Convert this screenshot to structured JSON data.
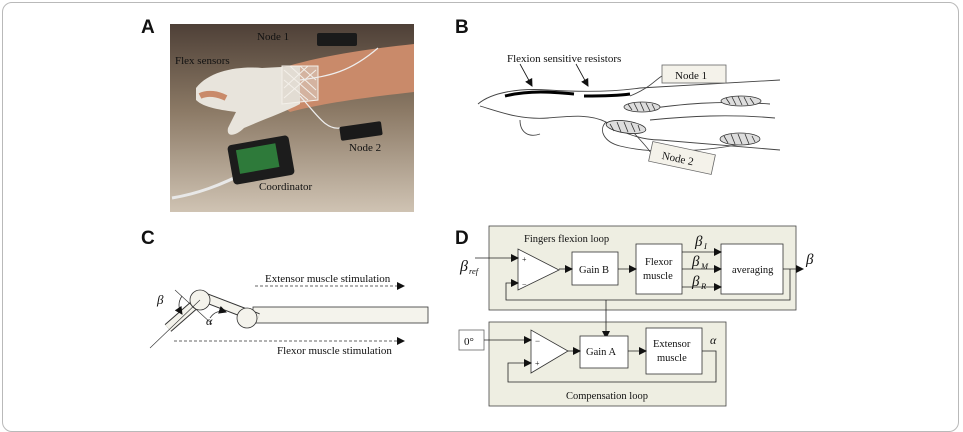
{
  "panels": {
    "A": {
      "letter": "A",
      "labels": {
        "node1": "Node 1",
        "flex_sensors": "Flex sensors",
        "node2": "Node 2",
        "coordinator": "Coordinator"
      }
    },
    "B": {
      "letter": "B",
      "labels": {
        "fsr": "Flexion sensitive resistors",
        "node1": "Node 1",
        "node2": "Node 2"
      }
    },
    "C": {
      "letter": "C",
      "labels": {
        "extensor": "Extensor muscle stimulation",
        "flexor": "Flexor muscle stimulation",
        "beta": "β",
        "alpha": "α"
      }
    },
    "D": {
      "letter": "D",
      "labels": {
        "fingers_loop": "Fingers flexion loop",
        "beta_ref": "β",
        "beta_ref_sub": "ref",
        "plus_top": "+",
        "minus_top": "−",
        "gain_b": "Gain B",
        "flexor_muscle_1": "Flexor",
        "flexor_muscle_2": "muscle",
        "beta_i": "β",
        "beta_i_sub": "I",
        "beta_m": "β",
        "beta_m_sub": "M",
        "beta_r": "β",
        "beta_r_sub": "R",
        "averaging": "averaging",
        "beta_out": "β",
        "zero_deg": "0°",
        "minus_bottom": "−",
        "plus_bottom": "+",
        "gain_a": "Gain A",
        "extensor_muscle_1": "Extensor",
        "extensor_muscle_2": "muscle",
        "alpha_out": "α",
        "compensation_loop": "Compensation loop"
      }
    }
  },
  "colors": {
    "loop_fill": "#eeeee2",
    "photo_bg": "#6b5a4a",
    "skin": "#c98a6a",
    "pcb": "#2e7a3a"
  }
}
